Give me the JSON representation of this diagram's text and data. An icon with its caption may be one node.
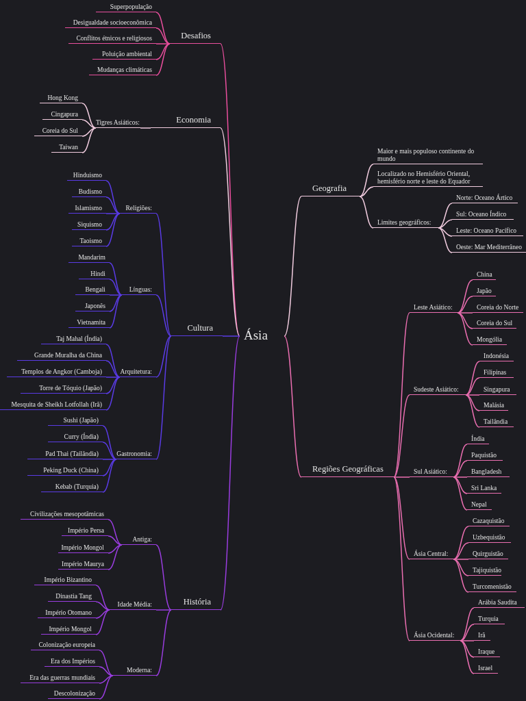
{
  "diagram": {
    "nodes": [
      {
        "text": [
          "Ásia"
        ]
      },
      {
        "text": [
          "Desafios"
        ]
      },
      {
        "text": [
          "Superpopulação"
        ]
      },
      {
        "text": [
          "Desigualdade socioeconômica"
        ]
      },
      {
        "text": [
          "Conflitos étnicos e religiosos"
        ]
      },
      {
        "text": [
          "Poluição ambiental"
        ]
      },
      {
        "text": [
          "Mudanças climáticas"
        ]
      },
      {
        "text": [
          "Economia"
        ]
      },
      {
        "text": [
          "Tigres Asiáticos:"
        ]
      },
      {
        "text": [
          "Hong Kong"
        ]
      },
      {
        "text": [
          "Cingapura"
        ]
      },
      {
        "text": [
          "Coreia do Sul"
        ]
      },
      {
        "text": [
          "Taiwan"
        ]
      },
      {
        "text": [
          "Cultura"
        ]
      },
      {
        "text": [
          "Religiões:"
        ]
      },
      {
        "text": [
          "Hinduismo"
        ]
      },
      {
        "text": [
          "Budismo"
        ]
      },
      {
        "text": [
          "Islamismo"
        ]
      },
      {
        "text": [
          "Siquismo"
        ]
      },
      {
        "text": [
          "Taoismo"
        ]
      },
      {
        "text": [
          "Línguas:"
        ]
      },
      {
        "text": [
          "Mandarim"
        ]
      },
      {
        "text": [
          "Hindi"
        ]
      },
      {
        "text": [
          "Bengali"
        ]
      },
      {
        "text": [
          "Japonês"
        ]
      },
      {
        "text": [
          "Vietnamita"
        ]
      },
      {
        "text": [
          "Arquitetura:"
        ]
      },
      {
        "text": [
          "Taj Mahal (Índia)"
        ]
      },
      {
        "text": [
          "Grande Muralha da China"
        ]
      },
      {
        "text": [
          "Templos de Angkor (Camboja)"
        ]
      },
      {
        "text": [
          "Torre de Tóquio (Japão)"
        ]
      },
      {
        "text": [
          "Mesquita de Sheikh Lotfollah (Irã)"
        ]
      },
      {
        "text": [
          "Gastronomia:"
        ]
      },
      {
        "text": [
          "Sushi (Japão)"
        ]
      },
      {
        "text": [
          "Curry (Índia)"
        ]
      },
      {
        "text": [
          "Pad Thai (Tailândia)"
        ]
      },
      {
        "text": [
          "Peking Duck (China)"
        ]
      },
      {
        "text": [
          "Kebab (Turquia)"
        ]
      },
      {
        "text": [
          "História"
        ]
      },
      {
        "text": [
          "Antiga:"
        ]
      },
      {
        "text": [
          "Civilizações mesopotâmicas"
        ]
      },
      {
        "text": [
          "Império Persa"
        ]
      },
      {
        "text": [
          "Império Mongol"
        ]
      },
      {
        "text": [
          "Império Maurya"
        ]
      },
      {
        "text": [
          "Idade Média:"
        ]
      },
      {
        "text": [
          "Império Bizantino"
        ]
      },
      {
        "text": [
          "Dinastia Tang"
        ]
      },
      {
        "text": [
          "Império Otomano"
        ]
      },
      {
        "text": [
          "Império Mongol"
        ]
      },
      {
        "text": [
          "Moderna:"
        ]
      },
      {
        "text": [
          "Colonização europeia"
        ]
      },
      {
        "text": [
          "Era dos Impérios"
        ]
      },
      {
        "text": [
          "Era das guerras mundiais"
        ]
      },
      {
        "text": [
          "Descolonização"
        ]
      },
      {
        "text": [
          "Geografia"
        ]
      },
      {
        "text": [
          "Maior e mais populoso continente do mundo"
        ]
      },
      {
        "text": [
          "Localizado no Hemisfério Oriental, hemisfério norte e leste do Equador"
        ]
      },
      {
        "text": [
          "Limites geográficos:"
        ]
      },
      {
        "text": [
          "Norte: Oceano Ártico"
        ]
      },
      {
        "text": [
          "Sul: Oceano Índico"
        ]
      },
      {
        "text": [
          "Leste: Oceano Pacífico"
        ]
      },
      {
        "text": [
          "Oeste: Mar Mediterrâneo"
        ]
      },
      {
        "text": [
          "Regiões Geográficas"
        ]
      },
      {
        "text": [
          "Leste Asiático:"
        ]
      },
      {
        "text": [
          "China"
        ]
      },
      {
        "text": [
          "Japão"
        ]
      },
      {
        "text": [
          "Coreia do Norte"
        ]
      },
      {
        "text": [
          "Coreia do Sul"
        ]
      },
      {
        "text": [
          "Mongólia"
        ]
      },
      {
        "text": [
          "Sudeste Asiático:"
        ]
      },
      {
        "text": [
          "Indonésia"
        ]
      },
      {
        "text": [
          "Filipinas"
        ]
      },
      {
        "text": [
          "Singapura"
        ]
      },
      {
        "text": [
          "Malásia"
        ]
      },
      {
        "text": [
          "Tailândia"
        ]
      },
      {
        "text": [
          "Sul Asiático:"
        ]
      },
      {
        "text": [
          "Índia"
        ]
      },
      {
        "text": [
          "Paquistão"
        ]
      },
      {
        "text": [
          "Bangladesh"
        ]
      },
      {
        "text": [
          "Sri Lanka"
        ]
      },
      {
        "text": [
          "Nepal"
        ]
      },
      {
        "text": [
          "Ásia Central:"
        ]
      },
      {
        "text": [
          "Cazaquistão"
        ]
      },
      {
        "text": [
          "Uzbequistão"
        ]
      },
      {
        "text": [
          "Quirguistão"
        ]
      },
      {
        "text": [
          "Tajiquistão"
        ]
      },
      {
        "text": [
          "Turcomenistão"
        ]
      },
      {
        "text": [
          "Ásia Ocidental:"
        ]
      },
      {
        "text": [
          "Arábia Saudita"
        ]
      },
      {
        "text": [
          "Turquia"
        ]
      },
      {
        "text": [
          "Irã"
        ]
      },
      {
        "text": [
          "Iraque"
        ]
      },
      {
        "text": [
          "Israel"
        ]
      }
    ],
    "edges": [
      {
        "from": 0,
        "to": 1,
        "arrow": "none",
        "color": "#ea4f9e"
      },
      {
        "from": 1,
        "to": 2,
        "arrow": "none",
        "color": "#ea4f9e"
      },
      {
        "from": 1,
        "to": 3,
        "arrow": "none",
        "color": "#ea4f9e"
      },
      {
        "from": 1,
        "to": 4,
        "arrow": "none",
        "color": "#ea4f9e"
      },
      {
        "from": 1,
        "to": 5,
        "arrow": "none",
        "color": "#ea4f9e"
      },
      {
        "from": 1,
        "to": 6,
        "arrow": "none",
        "color": "#ea4f9e"
      },
      {
        "from": 0,
        "to": 7,
        "arrow": "none",
        "color": "#f2cde0"
      },
      {
        "from": 7,
        "to": 8,
        "arrow": "none",
        "color": "#f2cde0"
      },
      {
        "from": 8,
        "to": 9,
        "arrow": "none",
        "color": "#f2cde0"
      },
      {
        "from": 8,
        "to": 10,
        "arrow": "none",
        "color": "#f2cde0"
      },
      {
        "from": 8,
        "to": 11,
        "arrow": "none",
        "color": "#f2cde0"
      },
      {
        "from": 8,
        "to": 12,
        "arrow": "none",
        "color": "#f2cde0"
      },
      {
        "from": 0,
        "to": 13,
        "arrow": "none",
        "color": "#5a3be6"
      },
      {
        "from": 13,
        "to": 14,
        "arrow": "none",
        "color": "#5a3be6"
      },
      {
        "from": 14,
        "to": 15,
        "arrow": "none",
        "color": "#5a3be6"
      },
      {
        "from": 14,
        "to": 16,
        "arrow": "none",
        "color": "#5a3be6"
      },
      {
        "from": 14,
        "to": 17,
        "arrow": "none",
        "color": "#5a3be6"
      },
      {
        "from": 14,
        "to": 18,
        "arrow": "none",
        "color": "#5a3be6"
      },
      {
        "from": 14,
        "to": 19,
        "arrow": "none",
        "color": "#5a3be6"
      },
      {
        "from": 13,
        "to": 20,
        "arrow": "none",
        "color": "#5a3be6"
      },
      {
        "from": 20,
        "to": 21,
        "arrow": "none",
        "color": "#5a3be6"
      },
      {
        "from": 20,
        "to": 22,
        "arrow": "none",
        "color": "#5a3be6"
      },
      {
        "from": 20,
        "to": 23,
        "arrow": "none",
        "color": "#5a3be6"
      },
      {
        "from": 20,
        "to": 24,
        "arrow": "none",
        "color": "#5a3be6"
      },
      {
        "from": 20,
        "to": 25,
        "arrow": "none",
        "color": "#5a3be6"
      },
      {
        "from": 13,
        "to": 26,
        "arrow": "none",
        "color": "#5a3be6"
      },
      {
        "from": 26,
        "to": 27,
        "arrow": "none",
        "color": "#5a3be6"
      },
      {
        "from": 26,
        "to": 28,
        "arrow": "none",
        "color": "#5a3be6"
      },
      {
        "from": 26,
        "to": 29,
        "arrow": "none",
        "color": "#5a3be6"
      },
      {
        "from": 26,
        "to": 30,
        "arrow": "none",
        "color": "#5a3be6"
      },
      {
        "from": 26,
        "to": 31,
        "arrow": "none",
        "color": "#5a3be6"
      },
      {
        "from": 13,
        "to": 32,
        "arrow": "none",
        "color": "#5a3be6"
      },
      {
        "from": 32,
        "to": 33,
        "arrow": "none",
        "color": "#5a3be6"
      },
      {
        "from": 32,
        "to": 34,
        "arrow": "none",
        "color": "#5a3be6"
      },
      {
        "from": 32,
        "to": 35,
        "arrow": "none",
        "color": "#5a3be6"
      },
      {
        "from": 32,
        "to": 36,
        "arrow": "none",
        "color": "#5a3be6"
      },
      {
        "from": 32,
        "to": 37,
        "arrow": "none",
        "color": "#5a3be6"
      },
      {
        "from": 0,
        "to": 38,
        "arrow": "none",
        "color": "#9a3de0"
      },
      {
        "from": 38,
        "to": 39,
        "arrow": "none",
        "color": "#9a3de0"
      },
      {
        "from": 39,
        "to": 40,
        "arrow": "none",
        "color": "#9a3de0"
      },
      {
        "from": 39,
        "to": 41,
        "arrow": "none",
        "color": "#9a3de0"
      },
      {
        "from": 39,
        "to": 42,
        "arrow": "none",
        "color": "#9a3de0"
      },
      {
        "from": 39,
        "to": 43,
        "arrow": "none",
        "color": "#9a3de0"
      },
      {
        "from": 38,
        "to": 44,
        "arrow": "none",
        "color": "#9a3de0"
      },
      {
        "from": 44,
        "to": 45,
        "arrow": "none",
        "color": "#9a3de0"
      },
      {
        "from": 44,
        "to": 46,
        "arrow": "none",
        "color": "#9a3de0"
      },
      {
        "from": 44,
        "to": 47,
        "arrow": "none",
        "color": "#9a3de0"
      },
      {
        "from": 44,
        "to": 48,
        "arrow": "none",
        "color": "#9a3de0"
      },
      {
        "from": 38,
        "to": 49,
        "arrow": "none",
        "color": "#9a3de0"
      },
      {
        "from": 49,
        "to": 50,
        "arrow": "none",
        "color": "#9a3de0"
      },
      {
        "from": 49,
        "to": 51,
        "arrow": "none",
        "color": "#9a3de0"
      },
      {
        "from": 49,
        "to": 52,
        "arrow": "none",
        "color": "#9a3de0"
      },
      {
        "from": 49,
        "to": 53,
        "arrow": "none",
        "color": "#9a3de0"
      },
      {
        "from": 0,
        "to": 54,
        "arrow": "none",
        "color": "#f2cde0"
      },
      {
        "from": 54,
        "to": 55,
        "arrow": "none",
        "color": "#f2cde0"
      },
      {
        "from": 54,
        "to": 56,
        "arrow": "none",
        "color": "#f2cde0"
      },
      {
        "from": 54,
        "to": 57,
        "arrow": "none",
        "color": "#f2cde0"
      },
      {
        "from": 57,
        "to": 58,
        "arrow": "none",
        "color": "#f2cde0"
      },
      {
        "from": 57,
        "to": 59,
        "arrow": "none",
        "color": "#f2cde0"
      },
      {
        "from": 57,
        "to": 60,
        "arrow": "none",
        "color": "#f2cde0"
      },
      {
        "from": 57,
        "to": 61,
        "arrow": "none",
        "color": "#f2cde0"
      },
      {
        "from": 0,
        "to": 62,
        "arrow": "none"
      },
      {
        "from": 62,
        "to": 63,
        "arrow": "none"
      },
      {
        "from": 63,
        "to": 64,
        "arrow": "none"
      },
      {
        "from": 63,
        "to": 65,
        "arrow": "none"
      },
      {
        "from": 63,
        "to": 66,
        "arrow": "none"
      },
      {
        "from": 63,
        "to": 67,
        "arrow": "none"
      },
      {
        "from": 63,
        "to": 68,
        "arrow": "none"
      },
      {
        "from": 62,
        "to": 69,
        "arrow": "none"
      },
      {
        "from": 69,
        "to": 70,
        "arrow": "none"
      },
      {
        "from": 69,
        "to": 71,
        "arrow": "none"
      },
      {
        "from": 69,
        "to": 72,
        "arrow": "none"
      },
      {
        "from": 69,
        "to": 73,
        "arrow": "none"
      },
      {
        "from": 69,
        "to": 74,
        "arrow": "none"
      },
      {
        "from": 62,
        "to": 75,
        "arrow": "none"
      },
      {
        "from": 75,
        "to": 76,
        "arrow": "none"
      },
      {
        "from": 75,
        "to": 77,
        "arrow": "none"
      },
      {
        "from": 75,
        "to": 78,
        "arrow": "none"
      },
      {
        "from": 75,
        "to": 79,
        "arrow": "none"
      },
      {
        "from": 75,
        "to": 80,
        "arrow": "none"
      },
      {
        "from": 62,
        "to": 81,
        "arrow": "none"
      },
      {
        "from": 81,
        "to": 82,
        "arrow": "none"
      },
      {
        "from": 81,
        "to": 83,
        "arrow": "none"
      },
      {
        "from": 81,
        "to": 84,
        "arrow": "none"
      },
      {
        "from": 81,
        "to": 85,
        "arrow": "none"
      },
      {
        "from": 81,
        "to": 86,
        "arrow": "none"
      },
      {
        "from": 62,
        "to": 87,
        "arrow": "none"
      },
      {
        "from": 87,
        "to": 88,
        "arrow": "none"
      },
      {
        "from": 87,
        "to": 89,
        "arrow": "none"
      },
      {
        "from": 87,
        "to": 90,
        "arrow": "none"
      },
      {
        "from": 87,
        "to": 91,
        "arrow": "none"
      },
      {
        "from": 87,
        "to": 92,
        "arrow": "none"
      }
    ]
  }
}
